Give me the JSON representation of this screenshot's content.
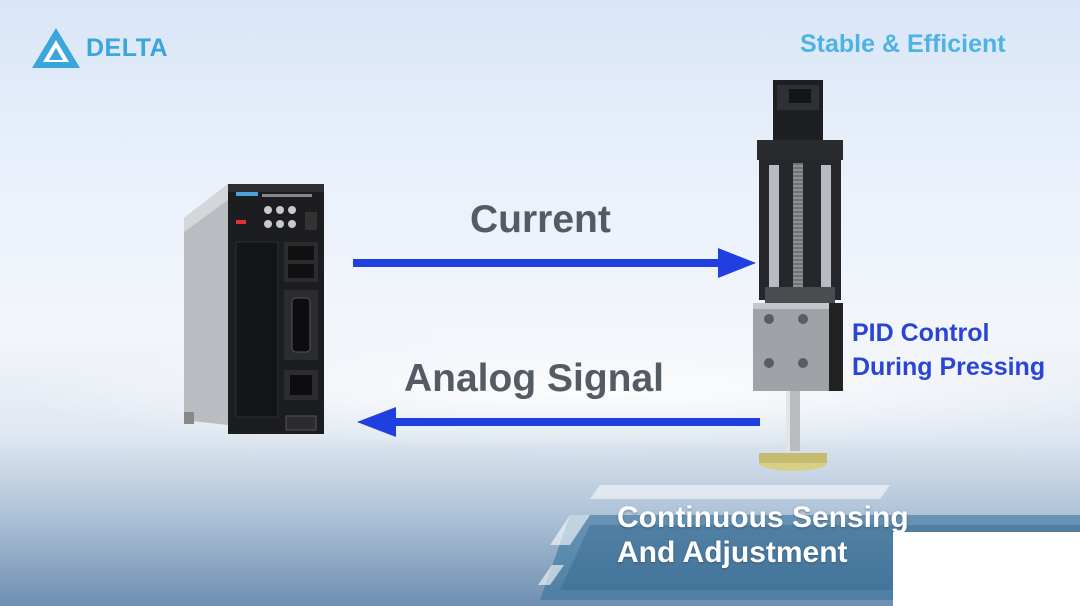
{
  "brand": {
    "name": "DELTA",
    "icon": "delta-triangle-logo"
  },
  "tagline": "Stable & Efficient",
  "arrows": {
    "top_label": "Current",
    "bottom_label": "Analog Signal"
  },
  "pid_label": {
    "line1": "PID Control",
    "line2": "During Pressing"
  },
  "banner": {
    "line1": "Continuous Sensing",
    "line2": "And Adjustment"
  },
  "colors": {
    "arrow_blue": "#1f3fe0",
    "brand_blue": "#3aa6dc",
    "pid_blue": "#2a45d6",
    "label_gray": "#555b63"
  }
}
